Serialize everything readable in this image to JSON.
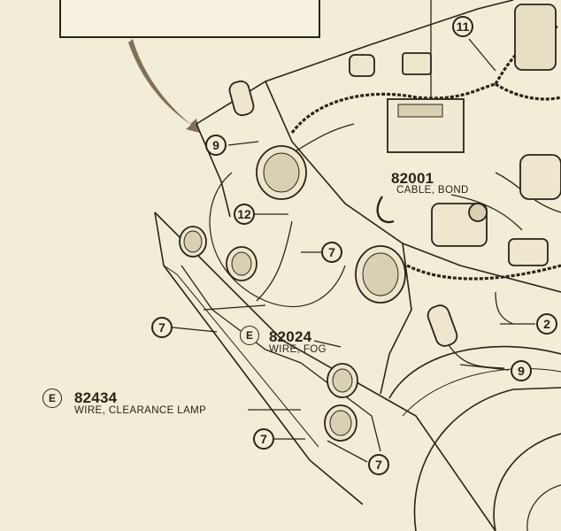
{
  "parts": [
    {
      "id": "p82001",
      "number": "82001",
      "name": "CABLE, BOND"
    },
    {
      "id": "p82024",
      "letter": "E",
      "number": "82024",
      "name": "WIRE, FOG"
    },
    {
      "id": "p82434",
      "letter": "E",
      "number": "82434",
      "name": "WIRE, CLEARANCE LAMP"
    }
  ],
  "callouts": {
    "c11": "11",
    "c9a": "9",
    "c12": "12",
    "c7a": "7",
    "c7b": "7",
    "c7c": "7",
    "c7d": "7",
    "c2": "2",
    "c9b": "9"
  },
  "colors": {
    "paper": "#f3ecd6",
    "ink": "#2a2418",
    "shadow": "#7a6a50"
  }
}
